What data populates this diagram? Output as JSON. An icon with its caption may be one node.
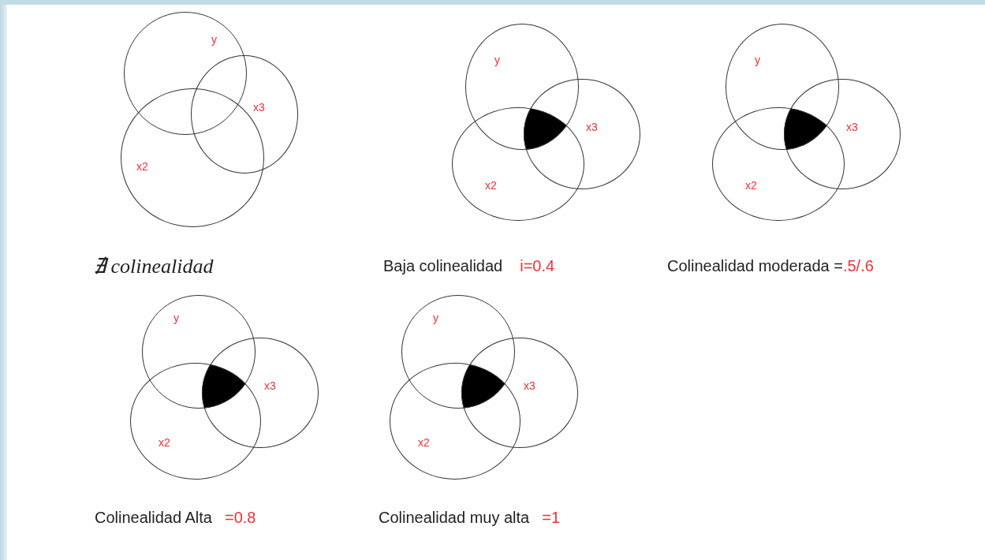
{
  "diagram": {
    "nodes": [
      {
        "text": [
          "y"
        ]
      },
      {
        "text": [
          "x3"
        ]
      },
      {
        "text": [
          "x2"
        ]
      },
      {
        "text": [
          "y"
        ]
      },
      {
        "text": [
          "x3"
        ]
      },
      {
        "text": [
          "x2"
        ]
      },
      {
        "text": [
          "y"
        ]
      },
      {
        "text": [
          "x3"
        ]
      },
      {
        "text": [
          "x2"
        ]
      },
      {
        "text": [
          "y"
        ]
      },
      {
        "text": [
          "x3"
        ]
      },
      {
        "text": [
          "x2"
        ]
      },
      {
        "text": [
          "y"
        ]
      },
      {
        "text": [
          "x3"
        ]
      },
      {
        "text": [
          "x2"
        ]
      }
    ],
    "labels": [
      "∄ colinealidad",
      "Baja colinealidad",
      "i=0.4",
      "Colinealidad moderada =",
      ".5/.6",
      "Colinealidad Alta",
      "=0.8",
      "Colinealidad muy alta",
      "=1"
    ]
  }
}
